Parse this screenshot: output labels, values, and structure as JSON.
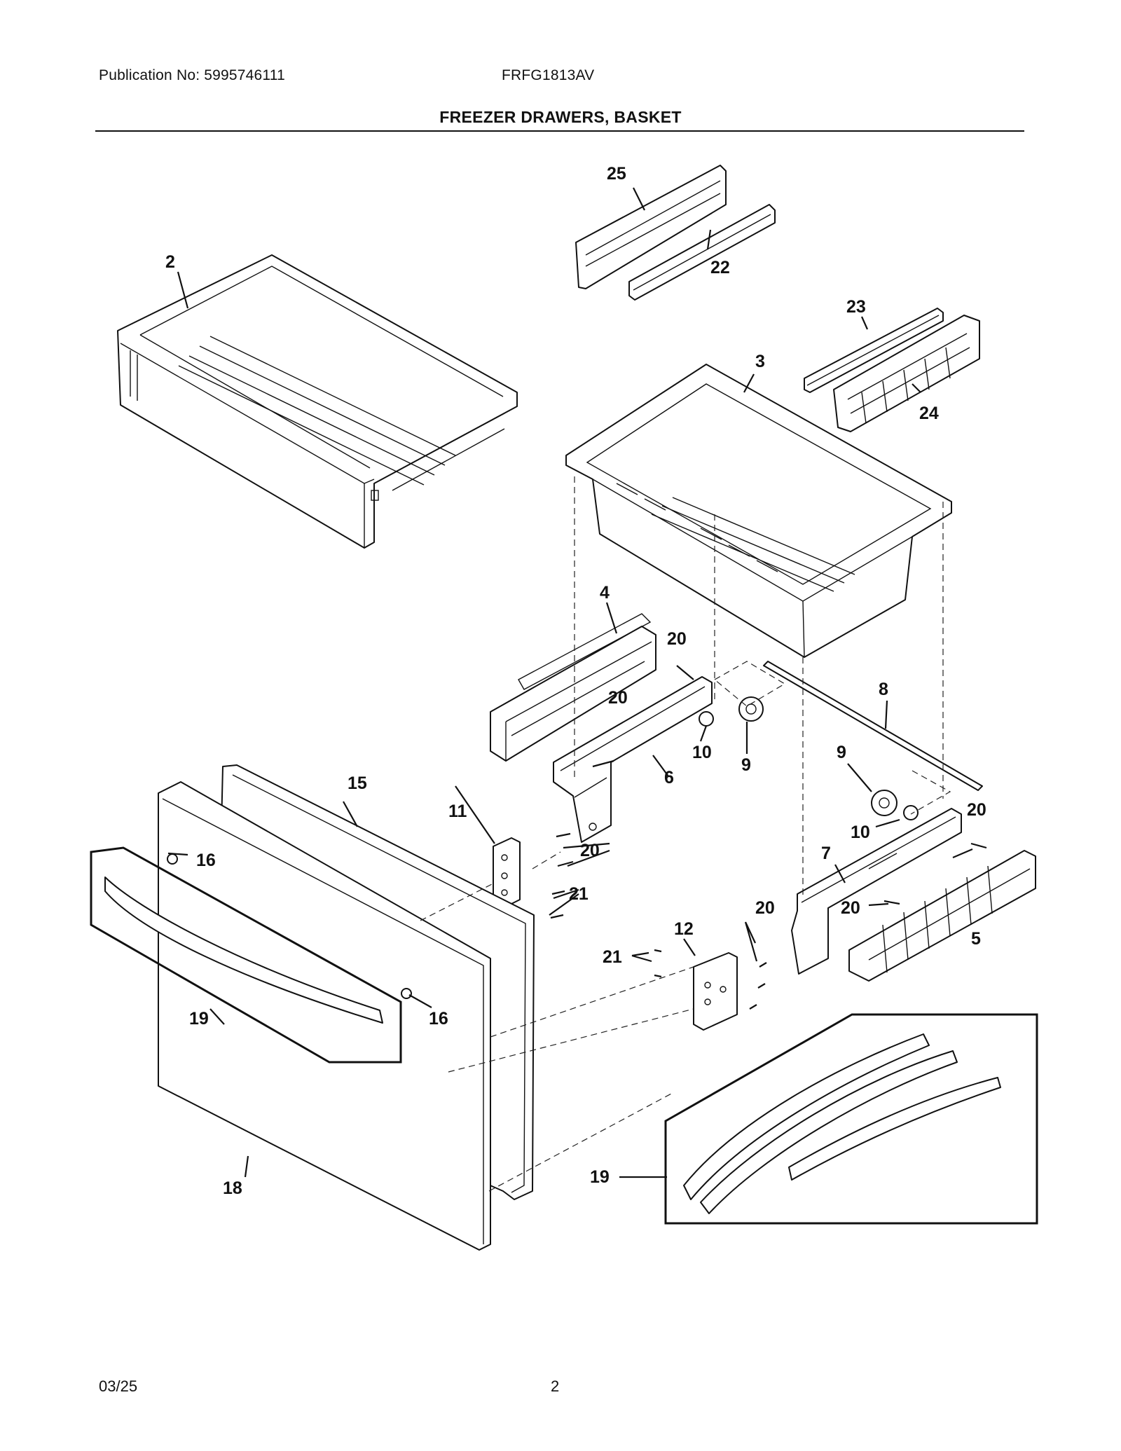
{
  "header": {
    "publication": "Publication No: 5995746111",
    "model": "FRFG1813AV",
    "title": "FREEZER DRAWERS, BASKET"
  },
  "footer": {
    "date": "03/25",
    "page": "2"
  },
  "callouts": {
    "c2": "2",
    "c3": "3",
    "c4": "4",
    "c5": "5",
    "c6": "6",
    "c7": "7",
    "c8": "8",
    "c9a": "9",
    "c9b": "9",
    "c10a": "10",
    "c10b": "10",
    "c11": "11",
    "c12": "12",
    "c15": "15",
    "c16a": "16",
    "c16b": "16",
    "c18": "18",
    "c19a": "19",
    "c19b": "19",
    "c20a": "20",
    "c20b": "20",
    "c20c": "20",
    "c20d": "20",
    "c20e": "20",
    "c20f": "20",
    "c21a": "21",
    "c21b": "21",
    "c22": "22",
    "c23": "23",
    "c24": "24",
    "c25": "25"
  }
}
